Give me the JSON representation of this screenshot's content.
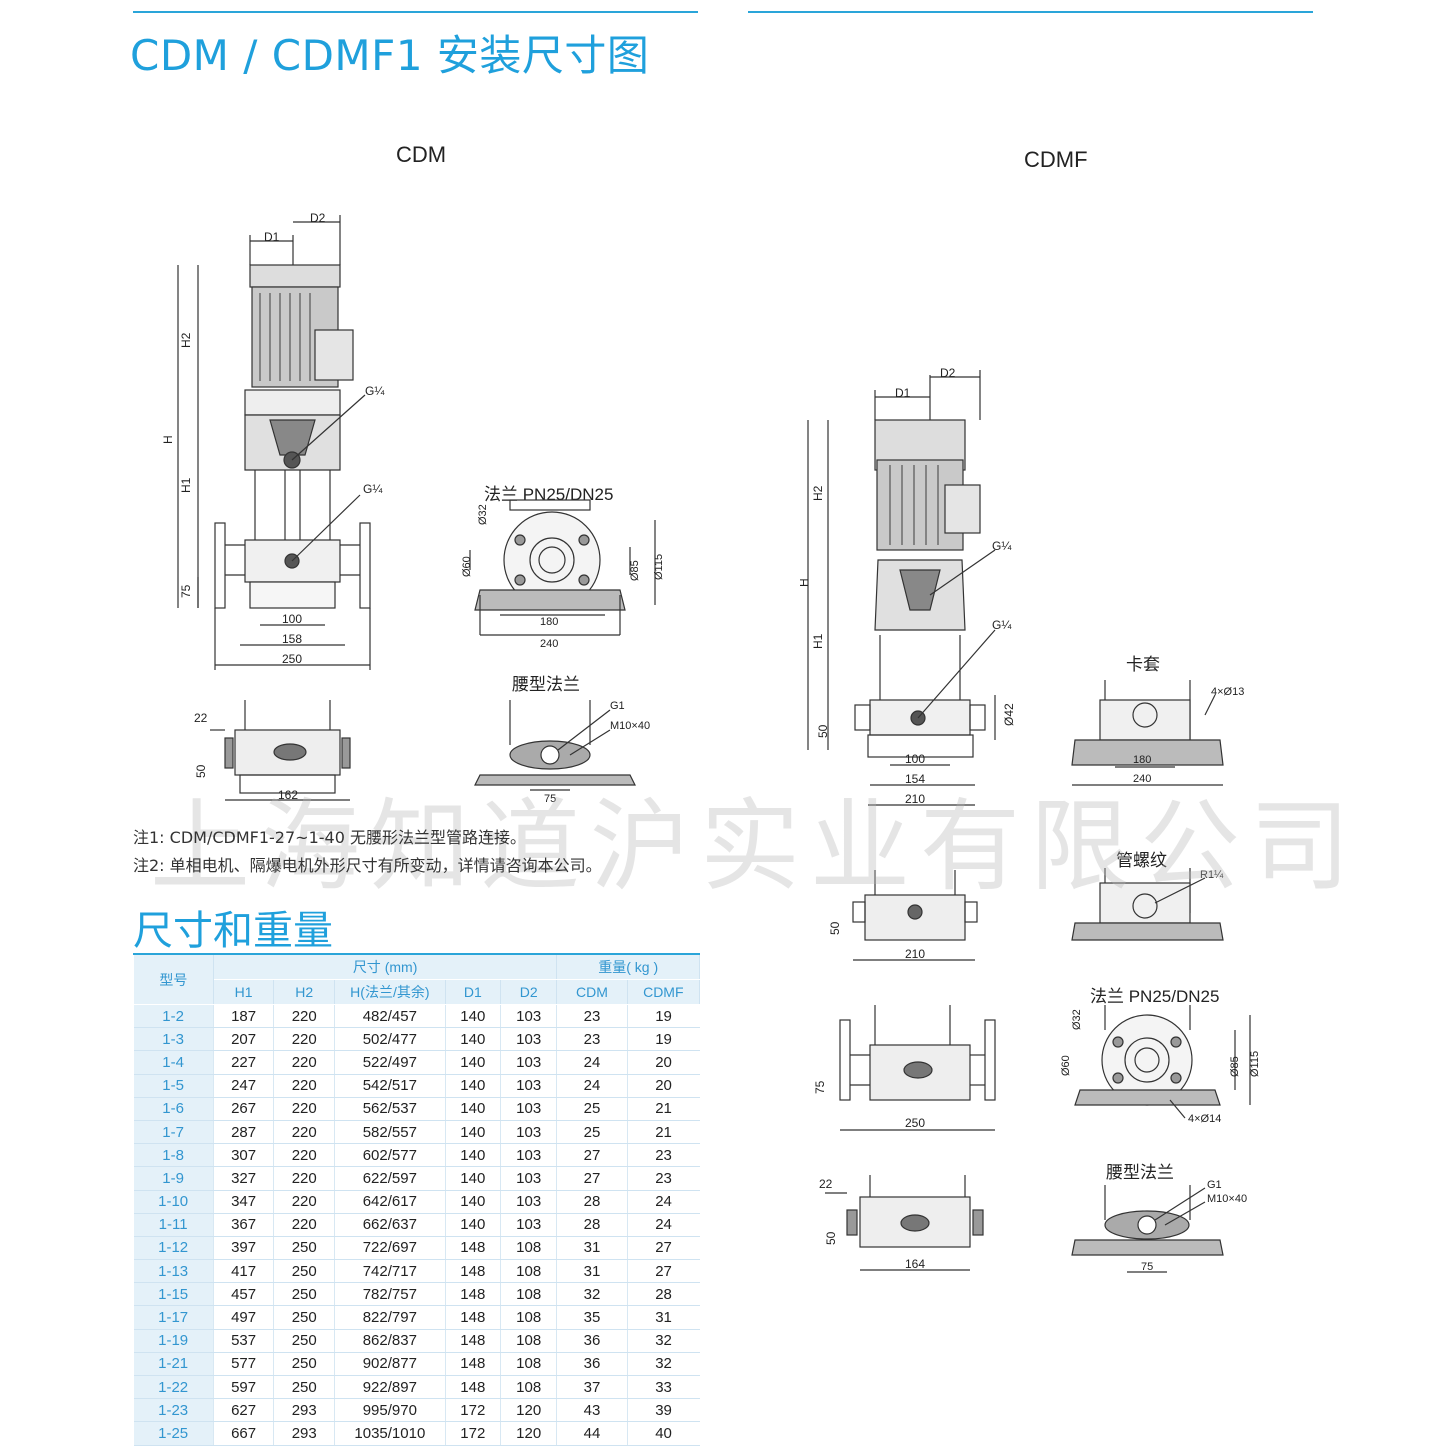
{
  "header": {
    "title": "CDM / CDMF1 安装尺寸图"
  },
  "figures": {
    "cdm_label": "CDM",
    "cdmf_label": "CDMF",
    "cdm_main": {
      "d1": "D1",
      "d2": "D2",
      "h": "H",
      "h1": "H1",
      "h2": "H2",
      "h75": "75",
      "w100": "100",
      "w158": "158",
      "w250": "250",
      "g_top": "G¼",
      "g_mid": "G¼"
    },
    "cdm_flange": {
      "title": "法兰 PN25/DN25",
      "d32": "Ø32",
      "d60": "Ø60",
      "d85": "Ø85",
      "d115": "Ø115",
      "w180": "180",
      "w240": "240"
    },
    "cdm_oval": {
      "title": "腰型法兰",
      "g1": "G1",
      "bolt": "M10×40",
      "w75": "75"
    },
    "cdm_side": {
      "d22": "22",
      "h50": "50",
      "w162": "162"
    },
    "cdmf_main": {
      "d1": "D1",
      "d2": "D2",
      "h": "H",
      "h1": "H1",
      "h2": "H2",
      "h50": "50",
      "w100": "100",
      "w154": "154",
      "w210": "210",
      "g_top": "G¼",
      "g_mid": "G¼",
      "d42": "Ø42"
    },
    "cdmf_sleeve": {
      "title": "卡套",
      "holes": "4×Ø13",
      "w180": "180",
      "w240": "240"
    },
    "cdmf_thread_side": {
      "h50": "50",
      "w210": "210"
    },
    "cdmf_thread": {
      "title": "管螺纹",
      "r": "R1¼"
    },
    "cdmf_flange_side": {
      "h75": "75",
      "w250": "250"
    },
    "cdmf_flange": {
      "title": "法兰 PN25/DN25",
      "d32": "Ø32",
      "d60": "Ø60",
      "d85": "Ø85",
      "d115": "Ø115",
      "holes": "4×Ø14"
    },
    "cdmf_oval_side": {
      "d22": "22",
      "h50": "50",
      "w164": "164"
    },
    "cdmf_oval": {
      "title": "腰型法兰",
      "g1": "G1",
      "bolt": "M10×40",
      "w75": "75"
    }
  },
  "notes": {
    "note1": "注1: CDM/CDMF1-27~1-40 无腰形法兰型管路连接。",
    "note2": "注2: 单相电机、隔爆电机外形尺寸有所变动，详情请咨询本公司。"
  },
  "watermark": "上海知道沪实业有限公司",
  "table_section": {
    "title": "尺寸和重量",
    "header_model": "型号",
    "header_size": "尺寸 (mm)",
    "header_weight": "重量( kg )",
    "columns": [
      "H1",
      "H2",
      "H(法兰/其余)",
      "D1",
      "D2",
      "CDM",
      "CDMF"
    ],
    "rows": [
      [
        "1-2",
        "187",
        "220",
        "482/457",
        "140",
        "103",
        "23",
        "19"
      ],
      [
        "1-3",
        "207",
        "220",
        "502/477",
        "140",
        "103",
        "23",
        "19"
      ],
      [
        "1-4",
        "227",
        "220",
        "522/497",
        "140",
        "103",
        "24",
        "20"
      ],
      [
        "1-5",
        "247",
        "220",
        "542/517",
        "140",
        "103",
        "24",
        "20"
      ],
      [
        "1-6",
        "267",
        "220",
        "562/537",
        "140",
        "103",
        "25",
        "21"
      ],
      [
        "1-7",
        "287",
        "220",
        "582/557",
        "140",
        "103",
        "25",
        "21"
      ],
      [
        "1-8",
        "307",
        "220",
        "602/577",
        "140",
        "103",
        "27",
        "23"
      ],
      [
        "1-9",
        "327",
        "220",
        "622/597",
        "140",
        "103",
        "27",
        "23"
      ],
      [
        "1-10",
        "347",
        "220",
        "642/617",
        "140",
        "103",
        "28",
        "24"
      ],
      [
        "1-11",
        "367",
        "220",
        "662/637",
        "140",
        "103",
        "28",
        "24"
      ],
      [
        "1-12",
        "397",
        "250",
        "722/697",
        "148",
        "108",
        "31",
        "27"
      ],
      [
        "1-13",
        "417",
        "250",
        "742/717",
        "148",
        "108",
        "31",
        "27"
      ],
      [
        "1-15",
        "457",
        "250",
        "782/757",
        "148",
        "108",
        "32",
        "28"
      ],
      [
        "1-17",
        "497",
        "250",
        "822/797",
        "148",
        "108",
        "35",
        "31"
      ],
      [
        "1-19",
        "537",
        "250",
        "862/837",
        "148",
        "108",
        "36",
        "32"
      ],
      [
        "1-21",
        "577",
        "250",
        "902/877",
        "148",
        "108",
        "36",
        "32"
      ],
      [
        "1-22",
        "597",
        "250",
        "922/897",
        "148",
        "108",
        "37",
        "33"
      ],
      [
        "1-23",
        "627",
        "293",
        "995/970",
        "172",
        "120",
        "43",
        "39"
      ],
      [
        "1-25",
        "667",
        "293",
        "1035/1010",
        "172",
        "120",
        "44",
        "40"
      ]
    ]
  }
}
